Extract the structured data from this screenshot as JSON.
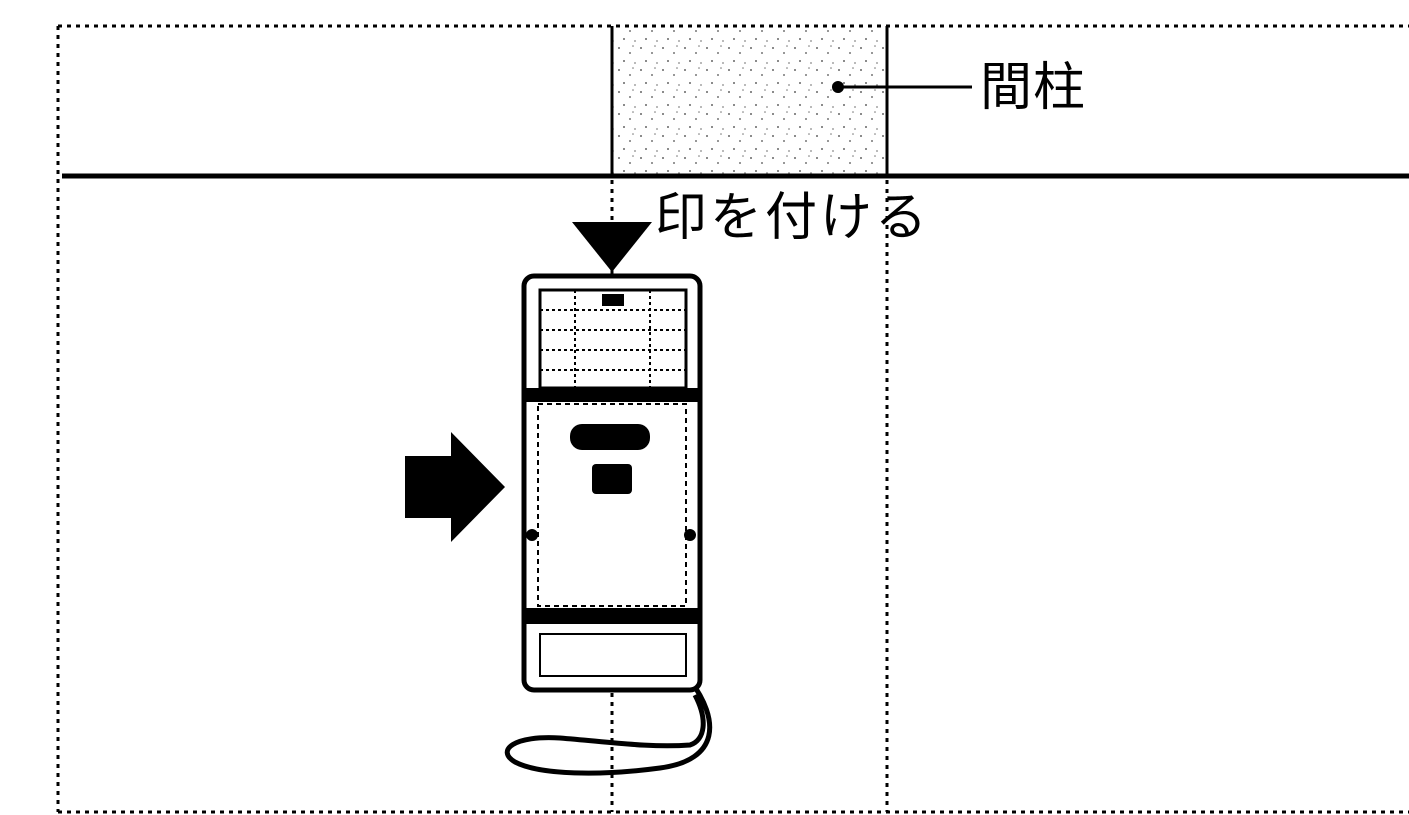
{
  "labels": {
    "stud": "間柱",
    "mark": "印を付ける"
  },
  "colors": {
    "ink": "#000000",
    "background": "#ffffff",
    "stud_fill": "#e8e8e8"
  },
  "icons": {
    "pointer_arrow": "right-arrow-icon",
    "marker_triangle": "down-triangle-icon",
    "device": "stud-finder-device"
  }
}
